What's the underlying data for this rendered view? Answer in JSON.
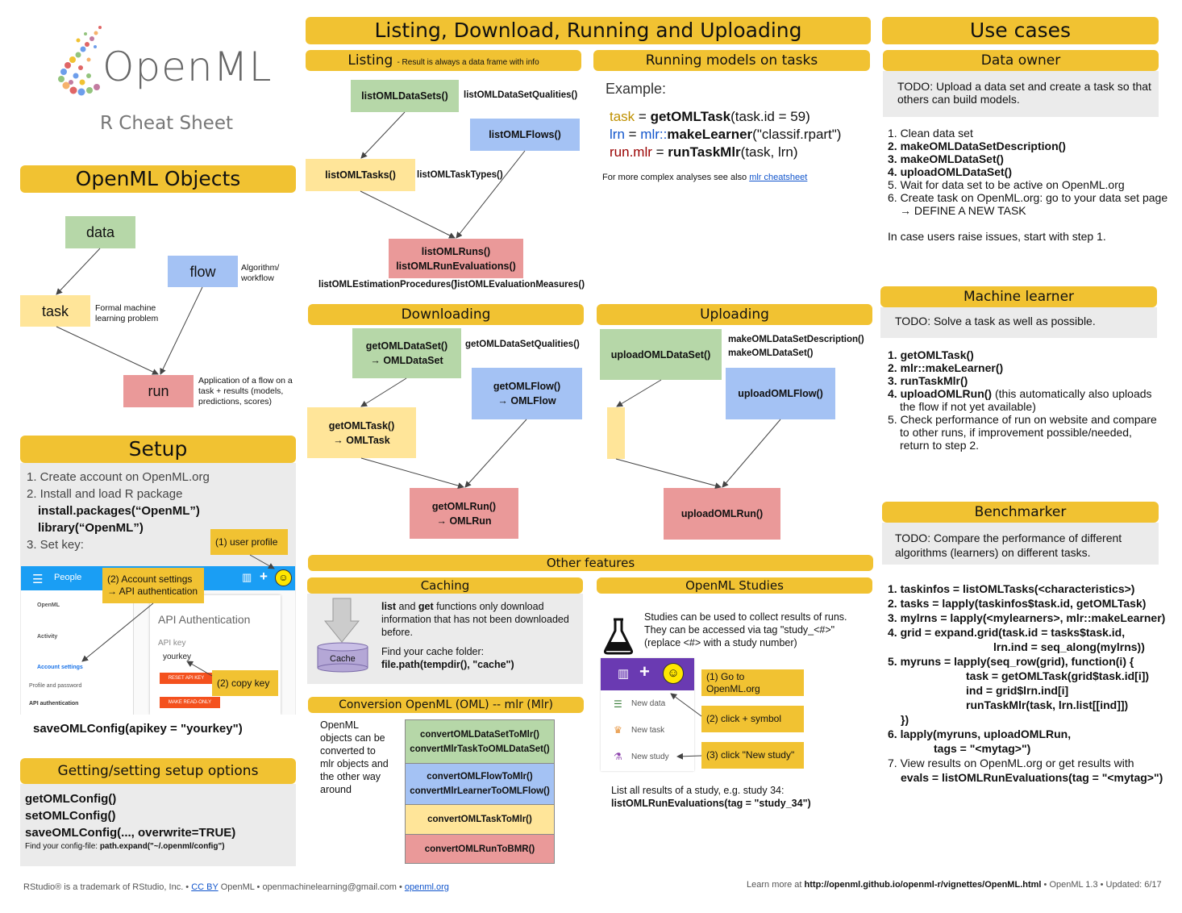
{
  "logo": {
    "name": "OpenML",
    "subtitle": "R Cheat Sheet"
  },
  "objects": {
    "title": "OpenML Objects",
    "data": "data",
    "flow": "flow",
    "task": "task",
    "run": "run",
    "flow_note": "Algorithm/ workflow",
    "task_note": "Formal machine learning problem",
    "run_note": "Application of a flow on a task + results (models, predictions, scores)"
  },
  "setup": {
    "title": "Setup",
    "step1": "1. Create account on OpenML.org",
    "step2": "2. Install and load R package",
    "code1": "install.packages(“OpenML”)",
    "code2": "library(“OpenML”)",
    "step3": "3. Set key:",
    "callout_profile": "(1) user profile",
    "callout_settings": "(2) Account settings → API authentication",
    "callout_copy": "(2) copy key",
    "shot": {
      "menu": "People",
      "side1": "OpenML",
      "side2": "Activity",
      "side3": "Account settings",
      "side4": "Profile and password",
      "side5": "API authentication",
      "panel_title": "API Authentication",
      "key_label": "API key",
      "key_value": "yourkey",
      "btn1": "RESET API KEY",
      "btn2": "MAKE READ-ONLY"
    },
    "save": "saveOMLConfig(apikey = \"yourkey\")"
  },
  "options": {
    "title": "Getting/setting setup options",
    "l1": "getOMLConfig()",
    "l2": "setOMLConfig()",
    "l3": "saveOMLConfig(..., overwrite=TRUE)",
    "note_pre": "Find your config-file: ",
    "note_code": "path.expand(\"~/.openml/config\")"
  },
  "main_title": "Listing, Download, Running and Uploading",
  "listing": {
    "title": "Listing",
    "subtitle": "- Result is always a data frame with info",
    "datasets": "listOMLDataSets()",
    "qualities": "listOMLDataSetQualities()",
    "flows": "listOMLFlows()",
    "tasks": "listOMLTasks()",
    "tasktypes": "listOMLTaskTypes()",
    "runs1": "listOMLRuns()",
    "runs2": "listOMLRunEvaluations()",
    "estimation": "listOMLEstimationProcedures()",
    "measures": "listOMLEvaluationMeasures()"
  },
  "running": {
    "title": "Running models on tasks",
    "example": "Example:",
    "c1a": "task",
    "c1b": " = ",
    "c1c": "getOMLTask",
    "c1d": "(task.id = 59)",
    "c2a": "lrn",
    "c2b": " = ",
    "c2c": "mlr::",
    "c2d": "makeLearner",
    "c2e": "(\"classif.rpart\")",
    "c3a": "run.mlr",
    "c3b": " = ",
    "c3c": "runTaskMlr",
    "c3d": "(task, lrn)",
    "note": "For more complex analyses see also ",
    "link": "mlr cheatsheet"
  },
  "downloading": {
    "title": "Downloading",
    "ds1": "getOMLDataSet()",
    "ds2": "→ OMLDataSet",
    "qual": "getOMLDataSetQualities()",
    "fl1": "getOMLFlow()",
    "fl2": "→ OMLFlow",
    "tk1": "getOMLTask()",
    "tk2": "→ OMLTask",
    "rn1": "getOMLRun()",
    "rn2": "→ OMLRun"
  },
  "uploading": {
    "title": "Uploading",
    "ds": "uploadOMLDataSet()",
    "desc": "makeOMLDataSetDescription()",
    "make": "makeOMLDataSet()",
    "fl": "uploadOMLFlow()",
    "rn": "uploadOMLRun()"
  },
  "other": {
    "title": "Other features"
  },
  "caching": {
    "title": "Caching",
    "cache": "Cache",
    "t1a": "list",
    "t1b": " and ",
    "t1c": "get",
    "t1d": " functions only download",
    "t2": "information that has not been downloaded",
    "t3": "before.",
    "t4": "Find your cache folder:",
    "t5": "file.path(tempdir(), \"cache\")"
  },
  "studies": {
    "title": "OpenML Studies",
    "t1": "Studies can be used to collect results of runs.",
    "t2": "They can be accessed via tag \"study_<#>\"",
    "t3": "(replace <#> with a study number)",
    "m1": "New data",
    "m2": "New task",
    "m3": "New study",
    "c1": "(1) Go to OpenML.org",
    "c2": "(2) click + symbol",
    "c3": "(3) click \"New study\"",
    "l1": "List all results of a study, e.g. study 34:",
    "l2": "listOMLRunEvaluations(tag = \"study_34\")"
  },
  "conversion": {
    "title": "Conversion OpenML (OML) -- mlr (Mlr)",
    "desc1": "OpenML",
    "desc2": "objects can be",
    "desc3": "converted to",
    "desc4": "mlr objects and",
    "desc5": "the other way",
    "desc6": "around",
    "g1": "convertOMLDataSetToMlr()",
    "g2": "convertMlrTaskToOMLDataSet()",
    "b1": "convertOMLFlowToMlr()",
    "b2": "convertMlrLearnerToOMLFlow()",
    "y1": "convertOMLTaskToMlr()",
    "r1": "convertOMLRunToBMR()"
  },
  "usecases": {
    "title": "Use cases"
  },
  "owner": {
    "title": "Data owner",
    "todo": "TODO: Upload a data set and create a task so that others can build models.",
    "s1": "1. Clean data set",
    "s2": "2. makeOMLDataSetDescription()",
    "s3": "3. makeOMLDataSet()",
    "s4": "4. uploadOMLDataSet()",
    "s5": "5. Wait for data set to be active on OpenML.org",
    "s6": "6. Create task on OpenML.org: go to your data set page",
    "s6b": "→ DEFINE A NEW TASK",
    "s7": "In case users raise issues, start with step 1."
  },
  "learner": {
    "title": "Machine learner",
    "todo": "TODO: Solve a task as well as possible.",
    "s1": "1. getOMLTask()",
    "s2": "2. mlr::makeLearner()",
    "s3": "3. runTaskMlr()",
    "s4a": "4. uploadOMLRun()",
    "s4b": " (this automatically also uploads",
    "s4c": "the flow if not yet available)",
    "s5a": "5. Check performance of run on website and compare",
    "s5b": "to other runs, if improvement possible/needed,",
    "s5c": "return to step 2."
  },
  "bench": {
    "title": "Benchmarker",
    "todo1": "TODO: Compare the performance of different",
    "todo2": "algorithms (learners) on different tasks.",
    "l1": "1. taskinfos = listOMLTasks(<characteristics>)",
    "l2": "2. tasks = lapply(taskinfos$task.id, getOMLTask)",
    "l3": "3. mylrns = lapply(<mylearners>, mlr::makeLearner)",
    "l4": "4. grid =  expand.grid(task.id = tasks$task.id,",
    "l4b": "lrn.ind = seq_along(mylrns))",
    "l5": "5. myruns = lapply(seq_row(grid), function(i) {",
    "l5b": "task = getOMLTask(grid$task.id[i])",
    "l5c": "ind = grid$lrn.ind[i]",
    "l5d": "runTaskMlr(task, lrn.list[[ind]])",
    "l5e": "})",
    "l6": "6. lapply(myruns, uploadOMLRun,",
    "l6b": "tags = \"<mytag>\")",
    "l7": "7. View results on OpenML.org or get results with",
    "l7b": "evals = listOMLRunEvaluations(tag = \"<mytag>\")"
  },
  "footer": {
    "left1": "RStudio® is a trademark of RStudio, Inc.  •  ",
    "ccby": "CC BY",
    "left2": " OpenML  •  openmachinelearning@gmail.com  • ",
    "site": "openml.org",
    "right1": "Learn more at ",
    "url": "http://openml.github.io/openml-r/vignettes/OpenML.html",
    "right2": " •  OpenML 1.3  •  Updated: 6/17"
  },
  "colors": {
    "header": "#f1c232",
    "green": "#b6d7a8",
    "blue": "#a4c2f4",
    "yellow": "#ffe599",
    "red": "#ea9999",
    "grey": "#ebebeb",
    "purple": "#6a3ab2"
  }
}
